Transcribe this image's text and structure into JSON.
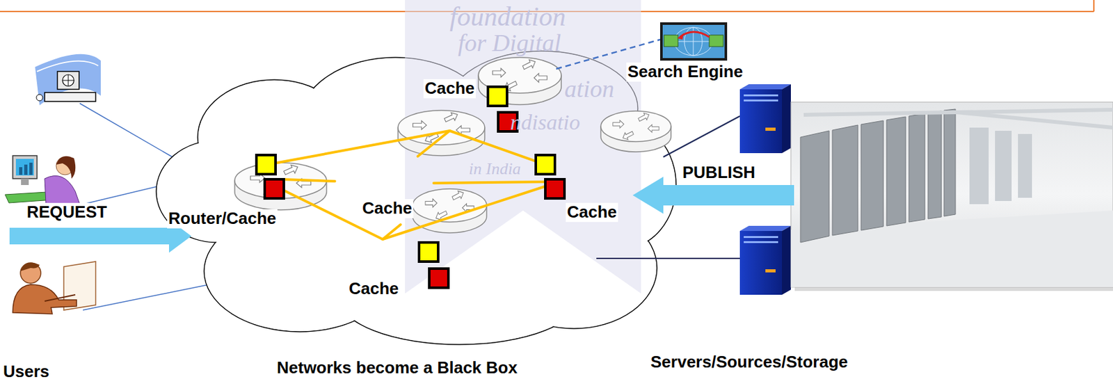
{
  "diagram": {
    "labels": [
      "foundation",
      "for Digital",
      "Cache",
      "ation",
      "Search Engine",
      "ndisatio",
      "in India",
      "PUBLISH",
      "Cache",
      "Router/Cache",
      "Cache",
      "REQUEST",
      "Cache",
      "Servers/Sources/Storage",
      "Networks become a Black Box",
      "Users"
    ]
  }
}
